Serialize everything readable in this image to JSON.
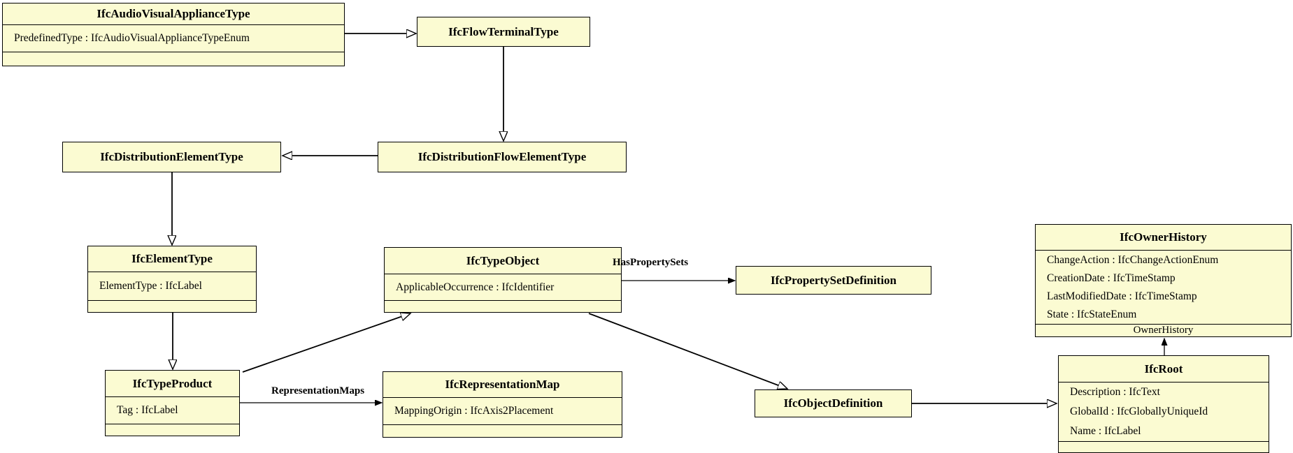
{
  "colors": {
    "box_fill": "#FBFBD2",
    "box_border": "#000000",
    "background": "#FFFFFF"
  },
  "classes": {
    "audio_visual_appliance_type": {
      "name": "IfcAudioVisualApplianceType",
      "attributes": [
        "PredefinedType : IfcAudioVisualApplianceTypeEnum"
      ]
    },
    "flow_terminal_type": {
      "name": "IfcFlowTerminalType"
    },
    "distribution_element_type": {
      "name": "IfcDistributionElementType"
    },
    "distribution_flow_element_type": {
      "name": "IfcDistributionFlowElementType"
    },
    "element_type": {
      "name": "IfcElementType",
      "attributes": [
        "ElementType : IfcLabel"
      ]
    },
    "type_product": {
      "name": "IfcTypeProduct",
      "attributes": [
        "Tag : IfcLabel"
      ]
    },
    "representation_map": {
      "name": "IfcRepresentationMap",
      "attributes": [
        "MappingOrigin : IfcAxis2Placement"
      ]
    },
    "type_object": {
      "name": "IfcTypeObject",
      "attributes": [
        "ApplicableOccurrence : IfcIdentifier"
      ]
    },
    "property_set_definition": {
      "name": "IfcPropertySetDefinition"
    },
    "object_definition": {
      "name": "IfcObjectDefinition"
    },
    "root": {
      "name": "IfcRoot",
      "attributes": [
        "Description : IfcText",
        "GlobalId : IfcGloballyUniqueId",
        "Name : IfcLabel"
      ]
    },
    "owner_history": {
      "name": "IfcOwnerHistory",
      "attributes": [
        "ChangeAction : IfcChangeActionEnum",
        "CreationDate : IfcTimeStamp",
        "LastModifiedDate : IfcTimeStamp",
        "State : IfcStateEnum"
      ]
    }
  },
  "associations": {
    "has_property_sets": "HasPropertySets",
    "representation_maps": "RepresentationMaps",
    "owner_history": "OwnerHistory"
  }
}
